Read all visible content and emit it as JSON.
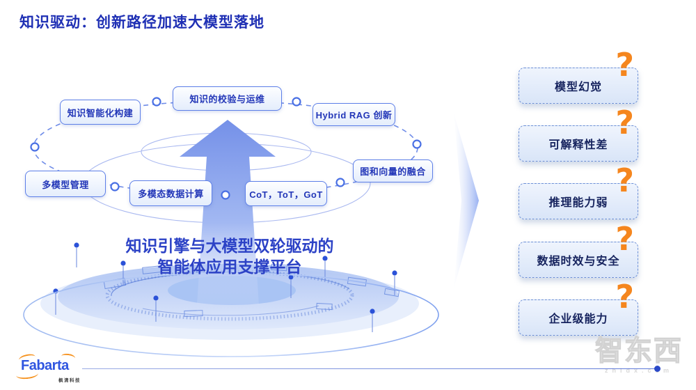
{
  "title": "知识驱动：创新路径加速大模型落地",
  "colors": {
    "title_blue": "#1e2fb4",
    "box_border_blue": "#5d7fe8",
    "box_text_blue": "#2337b8",
    "arrow_blue": "#7490e8",
    "question_orange": "#f5861e",
    "challenge_text_navy": "#16235e"
  },
  "diagram": {
    "boxes": [
      {
        "label": "知识智能化构建"
      },
      {
        "label": "知识的校验与运维"
      },
      {
        "label": "Hybrid RAG 创新"
      },
      {
        "label": "图和向量的融合"
      },
      {
        "label": "多模型管理"
      },
      {
        "label": "多模态数据计算"
      },
      {
        "label": "CoT，ToT，GoT"
      }
    ],
    "center_caption_line1": "知识引擎与大模型双轮驱动的",
    "center_caption_line2": "智能体应用支撑平台"
  },
  "challenges": {
    "question_mark": "?",
    "items": [
      {
        "label": "模型幻觉"
      },
      {
        "label": "可解释性差"
      },
      {
        "label": "推理能力弱"
      },
      {
        "label": "数据时效与安全"
      },
      {
        "label": "企业级能力"
      }
    ]
  },
  "footer": {
    "logo_text": "Fabarta",
    "logo_subtext": "枫清科技"
  },
  "watermark": {
    "brand": "智东西",
    "domain": "zhidx.com"
  }
}
